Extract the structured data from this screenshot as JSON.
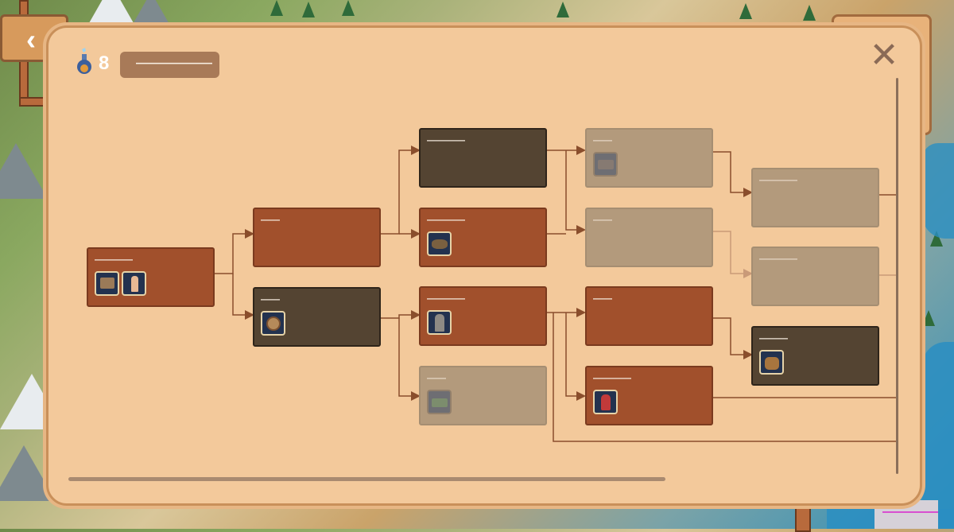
{
  "header": {
    "resource_icon": "potion-flask-icon",
    "resource_count": "8",
    "title_chip": "——————"
  },
  "back_icon": "back-chevron-icon",
  "close_icon": "close-x-icon",
  "colors": {
    "panel": "#f3c99b",
    "node_active": "#a1502c",
    "node_dark": "#544432",
    "node_locked": "#b39a7c",
    "connector": "#8a4e2c"
  },
  "tree": {
    "nodes": [
      {
        "id": "n1",
        "label": "————",
        "state": "active",
        "icons": [
          "bricks-icon",
          "worker-icon"
        ]
      },
      {
        "id": "n2",
        "label": "——",
        "state": "active",
        "icons": []
      },
      {
        "id": "n3",
        "label": "——",
        "state": "dark",
        "icons": [
          "cartwheel-icon"
        ]
      },
      {
        "id": "n4",
        "label": "————",
        "state": "dark",
        "icons": []
      },
      {
        "id": "n5",
        "label": "————",
        "state": "active",
        "icons": [
          "ore-cart-icon"
        ]
      },
      {
        "id": "n6",
        "label": "————",
        "state": "active",
        "icons": [
          "knight-icon"
        ]
      },
      {
        "id": "n7",
        "label": "——",
        "state": "locked",
        "icons": [
          "roof-icon"
        ]
      },
      {
        "id": "n8",
        "label": "——",
        "state": "locked",
        "icons": [
          "planks-icon"
        ]
      },
      {
        "id": "n9",
        "label": "——",
        "state": "locked",
        "icons": []
      },
      {
        "id": "n10",
        "label": "——",
        "state": "active",
        "icons": []
      },
      {
        "id": "n11",
        "label": "————",
        "state": "active",
        "icons": [
          "soldier-icon"
        ]
      },
      {
        "id": "n12",
        "label": "————",
        "state": "locked",
        "icons": []
      },
      {
        "id": "n13",
        "label": "————",
        "state": "locked",
        "icons": []
      },
      {
        "id": "n14",
        "label": "———",
        "state": "dark",
        "icons": [
          "cauldron-icon"
        ]
      }
    ]
  },
  "bottom_chip": "——————"
}
